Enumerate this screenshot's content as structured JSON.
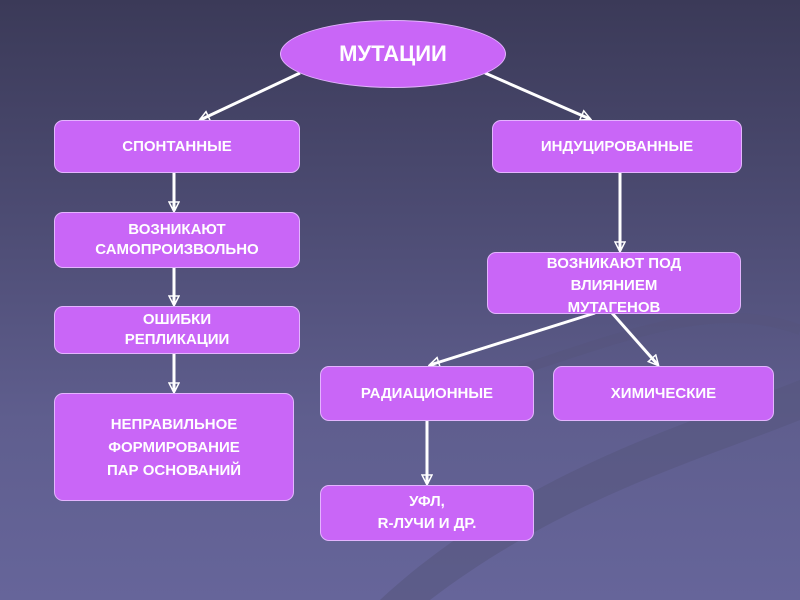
{
  "root": "МУТАЦИИ",
  "nodes": {
    "spontaneous": "СПОНТАННЫЕ",
    "induced": "ИНДУЦИРОВАННЫЕ",
    "arise_spontaneously": "ВОЗНИКАЮТ\nСАМОПРОИЗВОЛЬНО",
    "replication_errors": "ОШИБКИ\nРЕПЛИКАЦИИ",
    "wrong_pairing": "НЕПРАВИЛЬНОЕ\nФОРМИРОВАНИЕ\nПАР ОСНОВАНИЙ",
    "arise_mutagens": "ВОЗНИКАЮТ ПОД\nВЛИЯНИЕМ\nМУТАГЕНОВ",
    "radiation": "РАДИАЦИОННЫЕ",
    "chemical": "ХИМИЧЕСКИЕ",
    "uv": "УФЛ,\nR-ЛУЧИ И ДР."
  },
  "colors": {
    "box": "#c966f7",
    "arrow": "#ffffff"
  }
}
